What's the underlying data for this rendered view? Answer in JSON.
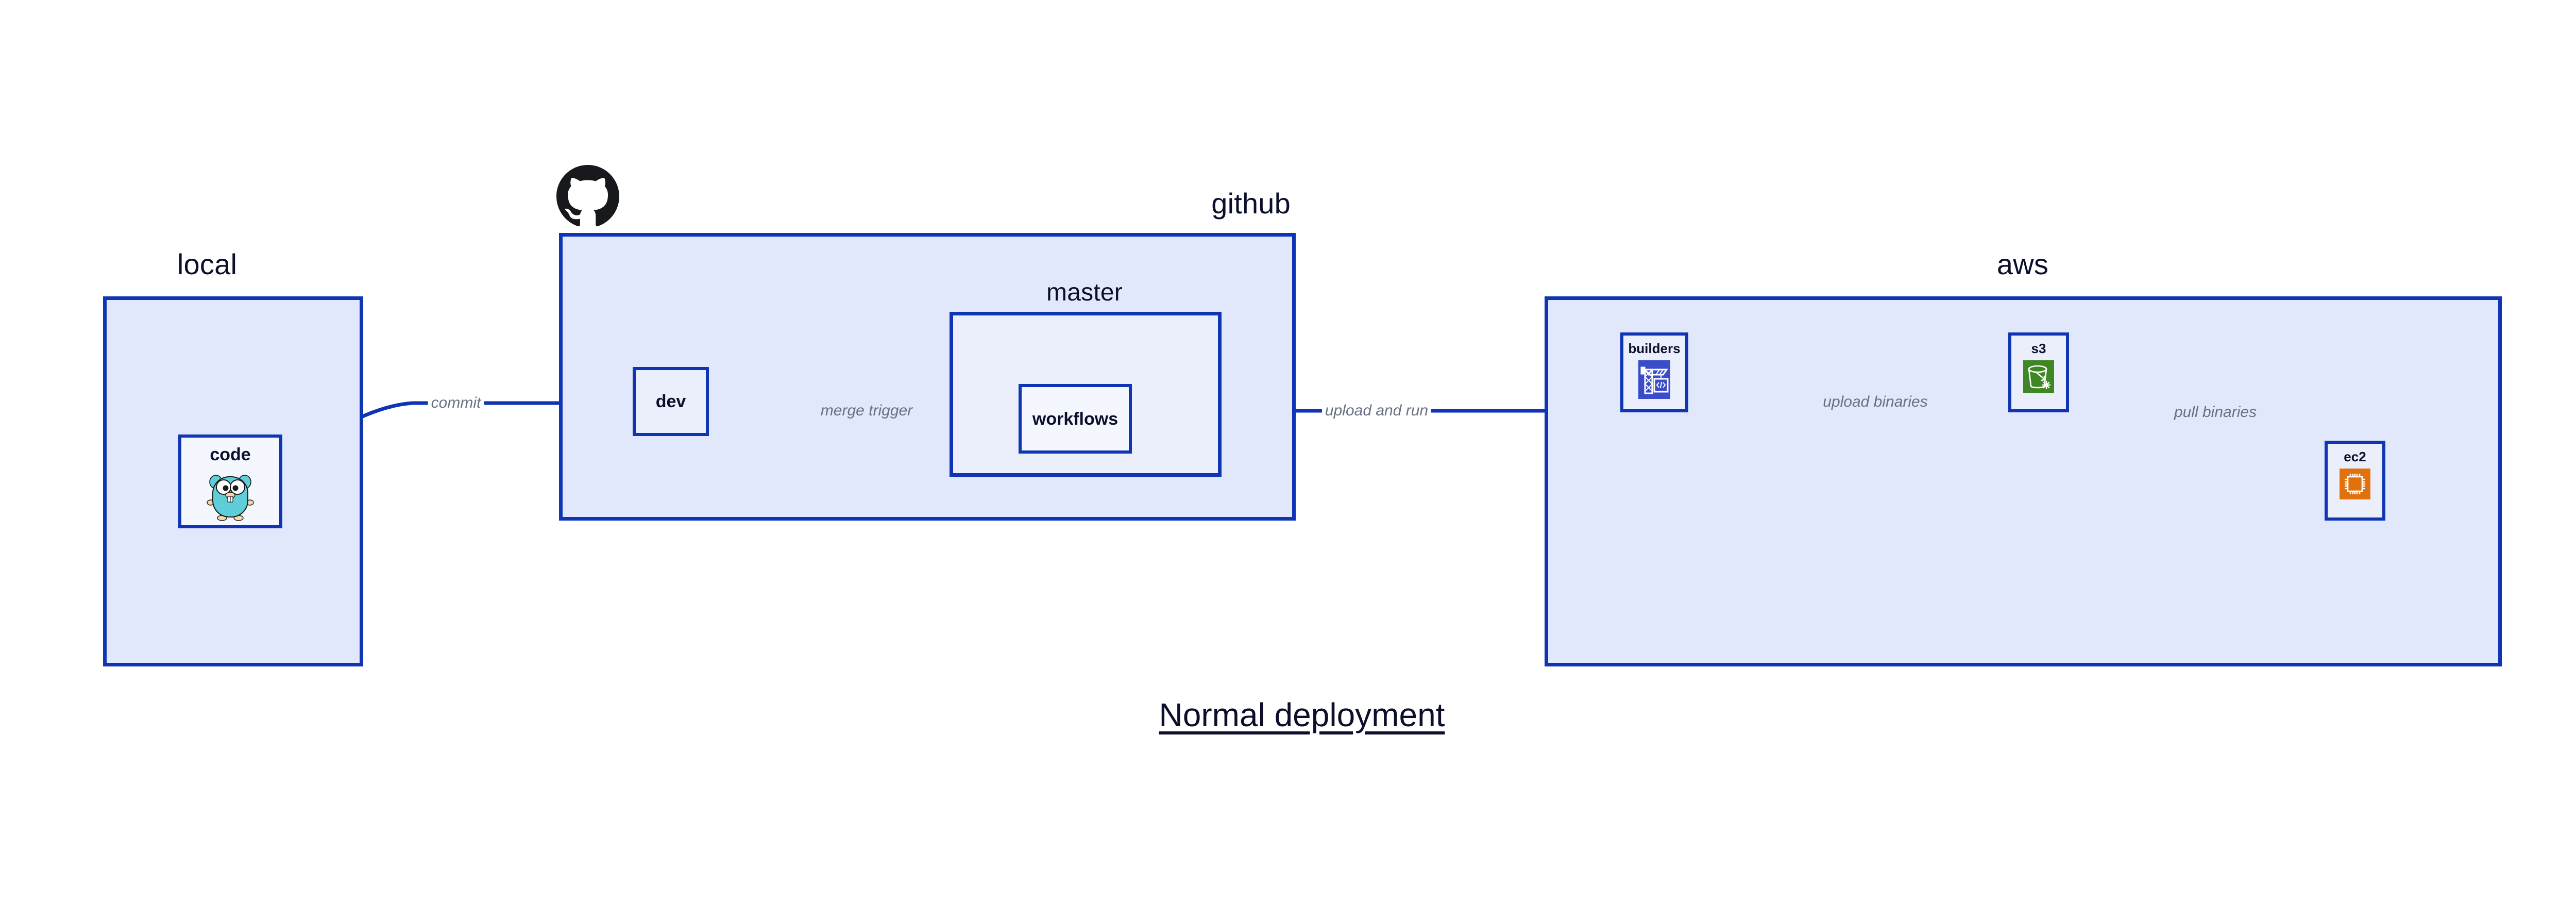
{
  "diagram": {
    "title": "Normal deployment",
    "background_color": "#ffffff",
    "accent_color": "#0f35b5",
    "group_fill_color": "#e2e8fb",
    "node_fill_color": "#eaeffb",
    "label_color": "#6a7083",
    "text_color": "#0b0f2b"
  },
  "groups": [
    {
      "id": "local",
      "label": "local"
    },
    {
      "id": "github",
      "label": "github"
    },
    {
      "id": "master",
      "label": "master"
    },
    {
      "id": "aws",
      "label": "aws"
    }
  ],
  "nodes": [
    {
      "id": "code",
      "label": "code",
      "icon": "go-gopher-icon"
    },
    {
      "id": "dev",
      "label": "dev",
      "icon": "none"
    },
    {
      "id": "workflows",
      "label": "workflows",
      "icon": "none"
    },
    {
      "id": "builders",
      "label": "builders",
      "icon": "aws-codebuild-icon",
      "icon_color": "#3b4cca"
    },
    {
      "id": "s3",
      "label": "s3",
      "icon": "aws-s3-glacier-icon",
      "icon_color": "#3f8624"
    },
    {
      "id": "ec2",
      "label": "ec2",
      "icon": "aws-ec2-icon",
      "icon_color": "#e0710d"
    }
  ],
  "edges": [
    {
      "id": "commit",
      "from": "code",
      "to": "dev",
      "label": "commit"
    },
    {
      "id": "merge-trigger",
      "from": "dev",
      "to": "workflows",
      "label": "merge trigger"
    },
    {
      "id": "upload-and-run",
      "from": "workflows",
      "to": "builders",
      "label": "upload and run"
    },
    {
      "id": "upload-binaries",
      "from": "builders",
      "to": "s3",
      "label": "upload binaries"
    },
    {
      "id": "pull-binaries",
      "from": "s3",
      "to": "ec2",
      "label": "pull binaries"
    }
  ],
  "logos": [
    {
      "id": "github-logo",
      "name": "github-octocat-icon"
    }
  ]
}
